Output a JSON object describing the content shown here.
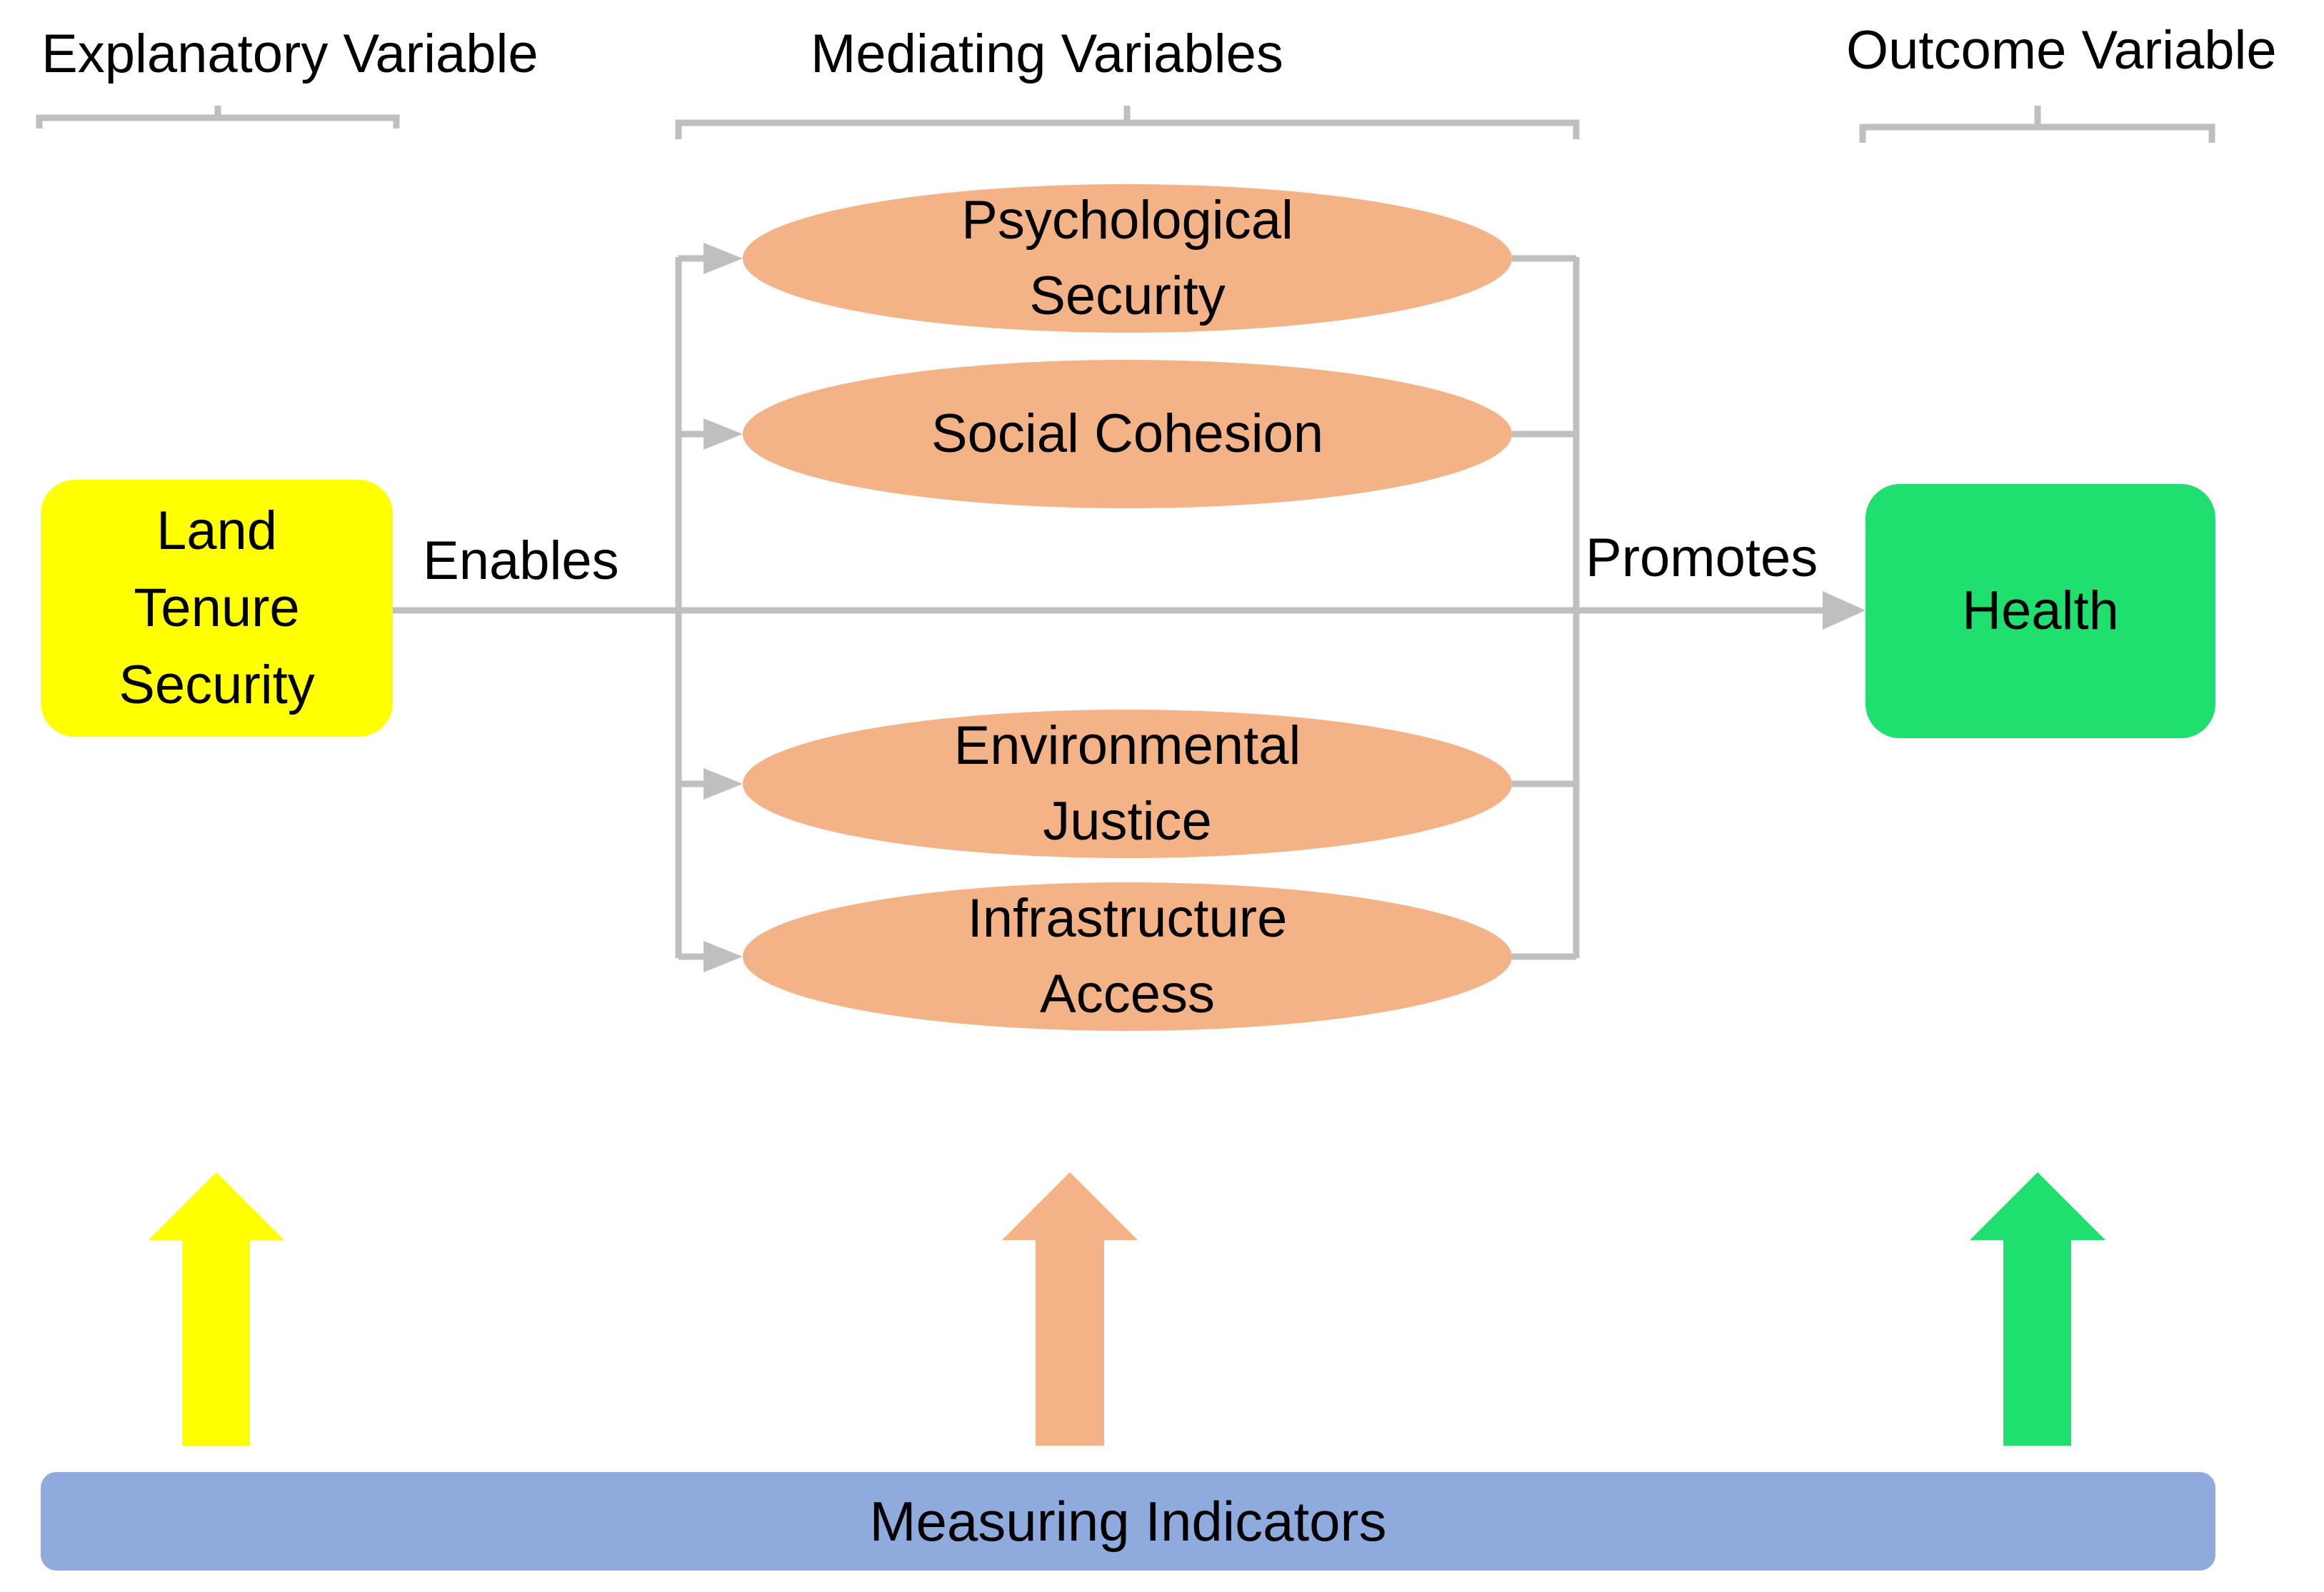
{
  "headers": {
    "explanatory": "Explanatory Variable",
    "mediating": "Mediating Variables",
    "outcome": "Outcome Variable"
  },
  "explanatory_box": {
    "label": "Land\nTenure\nSecurity",
    "color": "#FFFF00"
  },
  "outcome_box": {
    "label": "Health",
    "color": "#1FE06E"
  },
  "mediators": {
    "color": "#F3B387",
    "items": [
      {
        "label": "Psychological\nSecurity"
      },
      {
        "label": "Social Cohesion"
      },
      {
        "label": "Environmental\nJustice"
      },
      {
        "label": "Infrastructure\nAccess"
      }
    ]
  },
  "edges": {
    "enables": "Enables",
    "promotes": "Promotes",
    "connector_color": "#BFBFBF"
  },
  "indicators": {
    "label": "Measuring Indicators",
    "color": "#8FAADC"
  },
  "arrow_colors": {
    "explanatory": "#FFFF00",
    "mediating": "#F3B387",
    "outcome": "#1FE06E"
  }
}
